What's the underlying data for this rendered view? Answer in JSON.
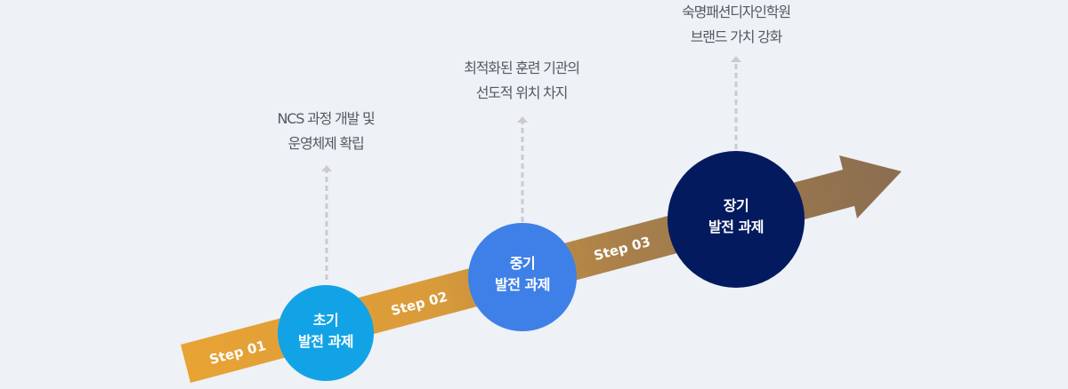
{
  "diagram": {
    "type": "roadmap-arrow",
    "background_color": "#eef1f6",
    "arrow_colors": [
      "#e8a334",
      "#d99b3a",
      "#a77f4b",
      "#8b6e50"
    ],
    "steps": [
      {
        "step_label": "Step 01",
        "circle_line1": "초기",
        "circle_line2": "발전 과제",
        "circle_color": "#12a3e6",
        "goal_line1": "NCS 과정 개발 및",
        "goal_line2": "운영체제 확립"
      },
      {
        "step_label": "Step 02",
        "circle_line1": "중기",
        "circle_line2": "발전 과제",
        "circle_color": "#3f80e8",
        "goal_line1": "최적화된 훈련 기관의",
        "goal_line2": "선도적 위치 차지"
      },
      {
        "step_label": "Step 03",
        "circle_line1": "장기",
        "circle_line2": "발전 과제",
        "circle_color": "#041a5f",
        "goal_line1": "숙명패션디자인학원",
        "goal_line2": "브랜드 가치 강화"
      }
    ]
  }
}
